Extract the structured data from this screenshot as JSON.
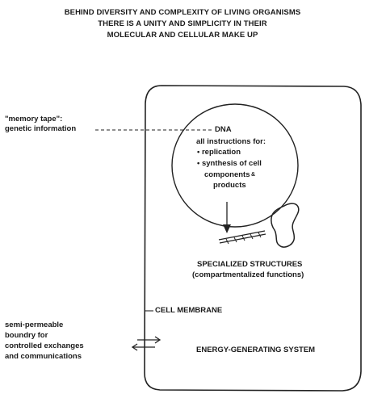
{
  "title": {
    "line1": "BEHIND DIVERSITY AND COMPLEXITY OF LIVING ORGANISMS",
    "line2": "THERE IS A UNITY AND SIMPLICITY IN THEIR",
    "line3": "MOLECULAR AND CELLULAR MAKE UP"
  },
  "left_labels": {
    "memory_tape_1": "\"memory tape\":",
    "memory_tape_2": "genetic information",
    "boundary_1": "semi-permeable",
    "boundary_2": "boundry for",
    "boundary_3": "controlled exchanges",
    "boundary_4": "and communications"
  },
  "cell": {
    "dna": "DNA",
    "instructions_1": "all instructions for:",
    "instructions_2": "• replication",
    "instructions_3": "• synthesis of cell",
    "instructions_4": "components",
    "instructions_4b": "&",
    "instructions_5": "products",
    "structures_1": "SPECIALIZED  STRUCTURES",
    "structures_2": "(compartmentalized functions)",
    "membrane": "CELL MEMBRANE",
    "energy": "ENERGY-GENERATING SYSTEM"
  }
}
